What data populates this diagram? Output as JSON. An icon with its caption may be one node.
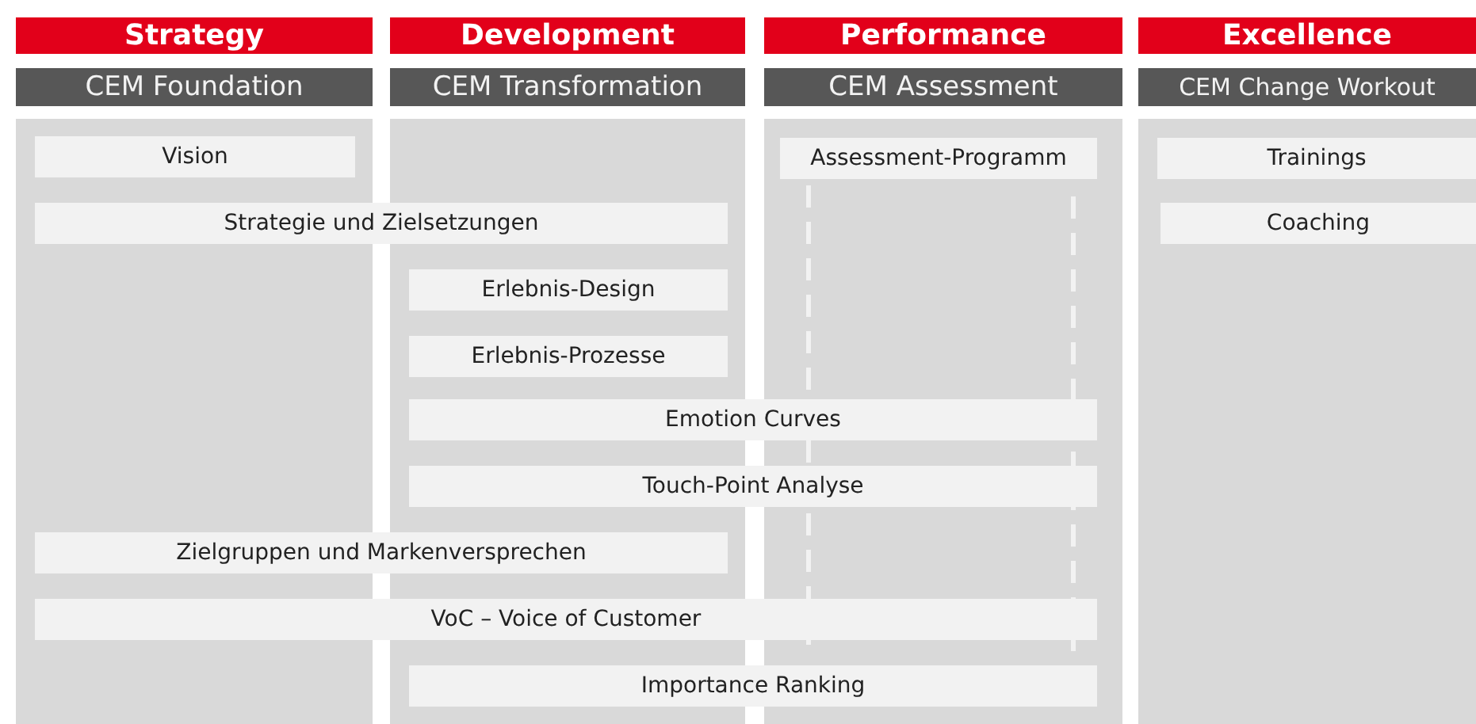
{
  "diagram": {
    "nodes": [
      {
        "text": [
          "Strategy"
        ]
      },
      {
        "text": [
          "Development"
        ]
      },
      {
        "text": [
          "Performance"
        ]
      },
      {
        "text": [
          "Excellence"
        ]
      },
      {
        "text": [
          "CEM Foundation"
        ]
      },
      {
        "text": [
          "CEM Transformation"
        ]
      },
      {
        "text": [
          "CEM Assessment"
        ]
      },
      {
        "text": [
          "CEM Change Workout"
        ]
      },
      {
        "text": [
          "Vision"
        ]
      },
      {
        "text": [
          "Assessment-Programm"
        ]
      },
      {
        "text": [
          "Trainings"
        ]
      },
      {
        "text": [
          "Strategie und Zielsetzungen"
        ]
      },
      {
        "text": [
          "Coaching"
        ]
      },
      {
        "text": [
          "Erlebnis-Design"
        ]
      },
      {
        "text": [
          "Erlebnis-Prozesse"
        ]
      },
      {
        "text": [
          "Emotion Curves"
        ]
      },
      {
        "text": [
          "Touch-Point Analyse"
        ]
      },
      {
        "text": [
          "Zielgruppen und Markenversprechen"
        ]
      },
      {
        "text": [
          "VoC – Voice of Customer"
        ]
      },
      {
        "text": [
          "Importance Ranking"
        ]
      }
    ]
  }
}
